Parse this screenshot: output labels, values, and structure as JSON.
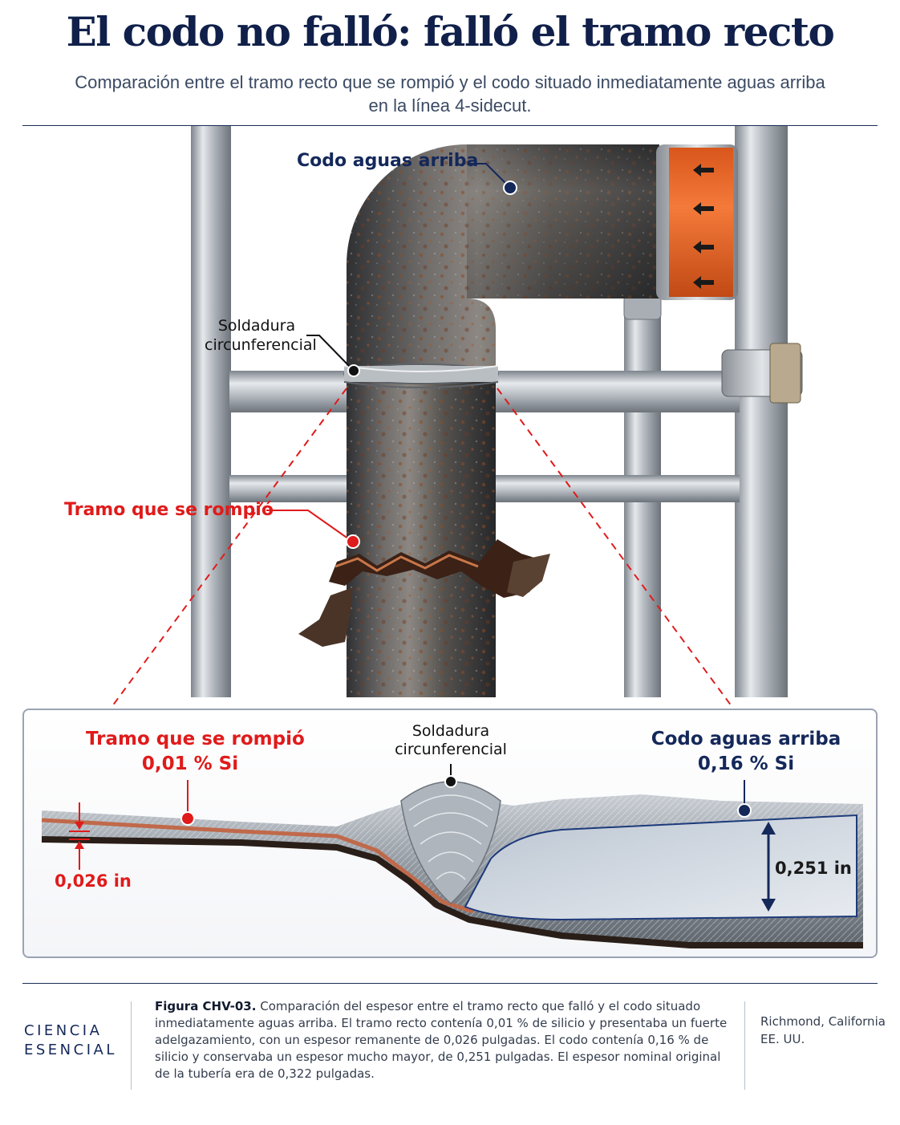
{
  "header": {
    "title": "El codo no falló: falló el tramo recto",
    "subtitle_line1": "Comparación entre el tramo recto que se rompió y el codo situado inmediatamente aguas arriba",
    "subtitle_line2": "en la línea 4-sidecut."
  },
  "illustration": {
    "elbow_label": "Codo aguas arriba",
    "weld_label_line1": "Soldadura",
    "weld_label_line2": "circunferencial",
    "failed_label": "Tramo que se rompió"
  },
  "cross_section": {
    "failed_title": "Tramo que se rompió",
    "failed_si": "0,01 % Si",
    "failed_thickness": "0,026 in",
    "weld_label_line1": "Soldadura",
    "weld_label_line2": "circunferencial",
    "elbow_title": "Codo aguas arriba",
    "elbow_si": "0,16 % Si",
    "elbow_thickness": "0,251 in"
  },
  "footer": {
    "logo_line1": "CIENCIA",
    "logo_line2": "ESENCIAL",
    "caption_lead": "Figura CHV-03.",
    "caption_body": "Comparación del espesor entre el tramo recto que falló y el codo situado inmediatamente aguas arriba. El tramo recto contenía 0,01 % de silicio y presentaba un fuerte adelgazamiento, con un espesor remanente de 0,026 pulgadas. El codo contenía 0,16 % de silicio y conservaba un espesor mucho mayor, de 0,251 pulgadas. El espesor nominal original de la tubería era de 0,322 pulgadas.",
    "location_line1": "Richmond, California",
    "location_line2": "EE. UU."
  },
  "colors": {
    "navy": "#14285a",
    "red": "#e01b1b",
    "orange_band": "#f26b2a"
  }
}
